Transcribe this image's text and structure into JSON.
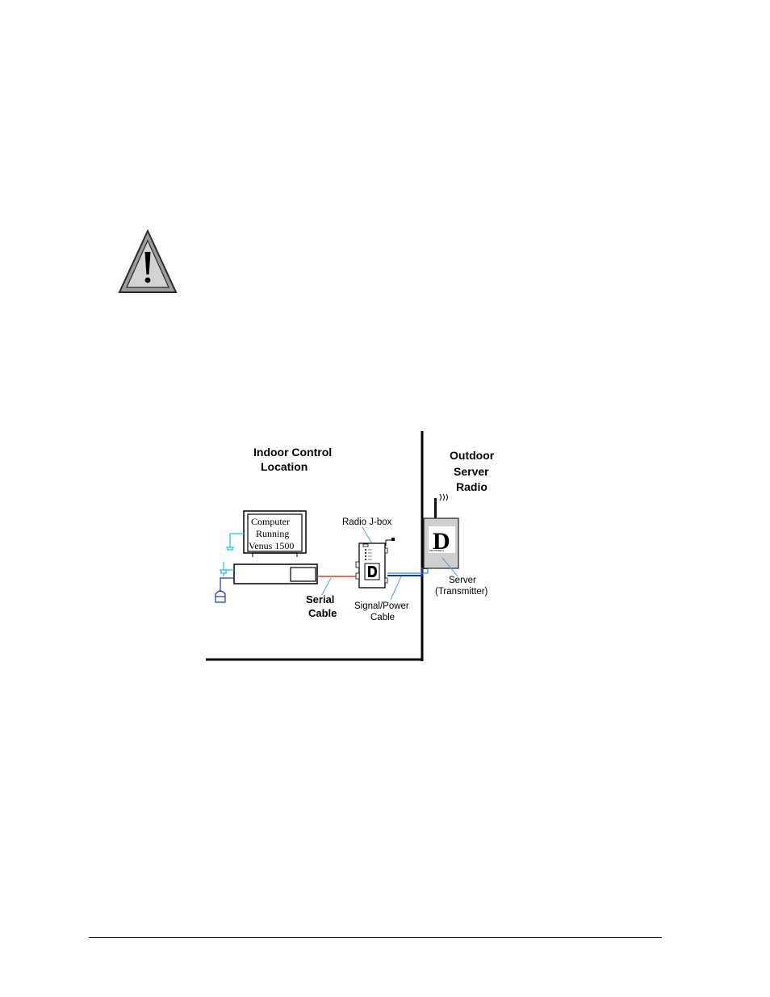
{
  "warning": {
    "icon": "warning-triangle-icon"
  },
  "diagram": {
    "indoor_label_line1": "Indoor Control",
    "indoor_label_line2": "Location",
    "outdoor_label_line1": "Outdoor",
    "outdoor_label_line2": "Server",
    "outdoor_label_line3": "Radio",
    "computer_text_line1": "Computer",
    "computer_text_line2": "Running",
    "computer_text_line3": "Venus 1500",
    "jbox_label": "Radio J-box",
    "serial_cable_line1": "Serial",
    "serial_cable_line2": "Cable",
    "signal_cable_line1": "Signal/Power",
    "signal_cable_line2": "Cable",
    "server_label_line1": "Server",
    "server_label_line2": "(Transmitter)",
    "logo_letter": "D",
    "logo_brand": "DAKTRONICS",
    "colors": {
      "serial_cable": "#e8382f",
      "signal_cable_dark": "#1f2fb0",
      "signal_cable_light": "#4aa6e8",
      "power_icon": "#19c8d8",
      "mouse_icon": "#2233cc",
      "server_box": "#cfcfcf"
    }
  }
}
